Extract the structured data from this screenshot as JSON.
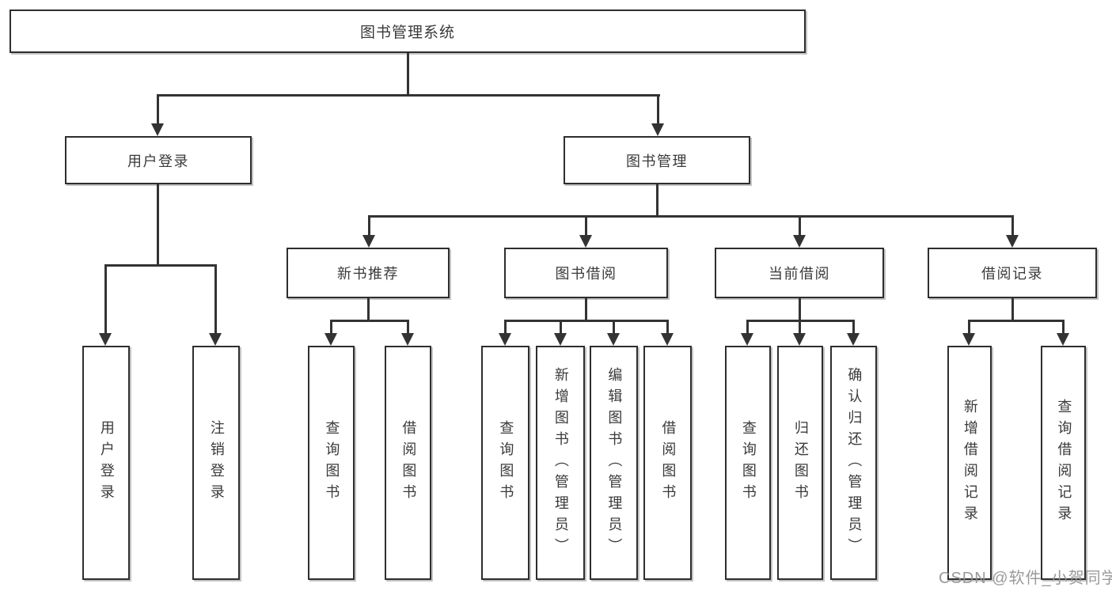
{
  "diagram": {
    "root": {
      "label": "图书管理系统"
    },
    "level2": [
      {
        "label": "用户登录"
      },
      {
        "label": "图书管理"
      }
    ],
    "level3": [
      {
        "label": "新书推荐"
      },
      {
        "label": "图书借阅"
      },
      {
        "label": "当前借阅"
      },
      {
        "label": "借阅记录"
      }
    ],
    "leaves": {
      "user_login": [
        "用户登录",
        "注销登录"
      ],
      "new_book": [
        "查询图书",
        "借阅图书"
      ],
      "book_borrow": [
        "查询图书",
        "新增图书（管理员）",
        "编辑图书（管理员）",
        "借阅图书"
      ],
      "current_borrow": [
        "查询图书",
        "归还图书",
        "确认归还（管理员）"
      ],
      "borrow_records": [
        "新增借阅记录",
        "查询借阅记录"
      ]
    }
  },
  "watermark": {
    "text": "CSDN @软件_小贺同学"
  },
  "colors": {
    "border": "#2e2e2e",
    "line": "#333333",
    "text": "#3a3a3a",
    "background": "#ffffff",
    "watermark": "#919191"
  }
}
